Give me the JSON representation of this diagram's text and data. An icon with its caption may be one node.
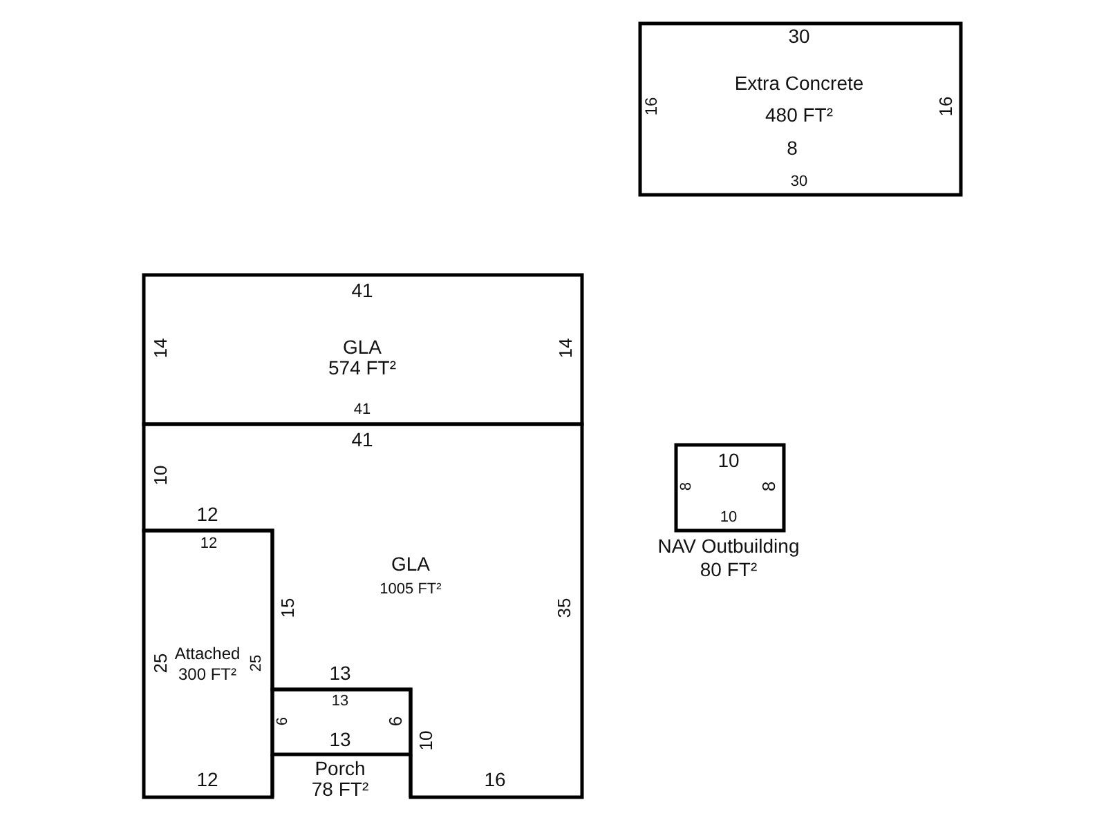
{
  "diagram": {
    "nodes": [
      {
        "text": [
          "Extra Concrete",
          "480 FT²"
        ]
      },
      {
        "text": [
          "GLA",
          "574 FT²"
        ]
      },
      {
        "text": [
          "GLA",
          "1005 FT²"
        ]
      },
      {
        "text": [
          "Attached",
          "300 FT²"
        ]
      },
      {
        "text": [],
        "shape": "box"
      },
      {
        "text": [
          "Porch",
          "78 FT²"
        ]
      },
      {
        "text": [
          "NAV Outbuilding",
          "80 FT²"
        ]
      }
    ],
    "labels": [
      "30",
      "16",
      "16",
      "8",
      "30",
      "41",
      "14",
      "14",
      "41",
      "41",
      "10",
      "10",
      "8",
      "8",
      "12",
      "10",
      "12",
      "15",
      "35",
      "25",
      "25",
      "13",
      "13",
      "6",
      "6",
      "13",
      "10",
      "12",
      "16"
    ]
  }
}
